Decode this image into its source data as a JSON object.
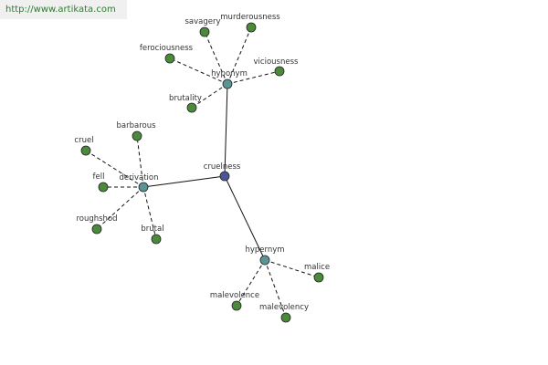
{
  "watermark": "http://www.artikata.com",
  "colors": {
    "center_node": "#4b5699",
    "relation_node": "#5b9494",
    "word_node": "#4a8a3a",
    "node_outline": "#222222",
    "edge": "#111111",
    "label": "#333333"
  },
  "center": {
    "id": "cruelness",
    "label": "cruelness"
  },
  "relations": [
    {
      "id": "hyponym",
      "label": "hyponym",
      "words": [
        {
          "id": "savagery",
          "label": "savagery"
        },
        {
          "id": "murderousness",
          "label": "murderousness"
        },
        {
          "id": "ferociousness",
          "label": "ferociousness"
        },
        {
          "id": "viciousness",
          "label": "viciousness"
        },
        {
          "id": "brutality",
          "label": "brutality"
        }
      ]
    },
    {
      "id": "derivation",
      "label": "derivation",
      "words": [
        {
          "id": "barbarous",
          "label": "barbarous"
        },
        {
          "id": "cruel",
          "label": "cruel"
        },
        {
          "id": "fell",
          "label": "fell"
        },
        {
          "id": "roughshod",
          "label": "roughshod"
        },
        {
          "id": "brutal",
          "label": "brutal"
        }
      ]
    },
    {
      "id": "hypernym",
      "label": "hypernym",
      "words": [
        {
          "id": "malice",
          "label": "malice"
        },
        {
          "id": "malevolence",
          "label": "malevolence"
        },
        {
          "id": "malevolency",
          "label": "malevolency"
        }
      ]
    }
  ]
}
